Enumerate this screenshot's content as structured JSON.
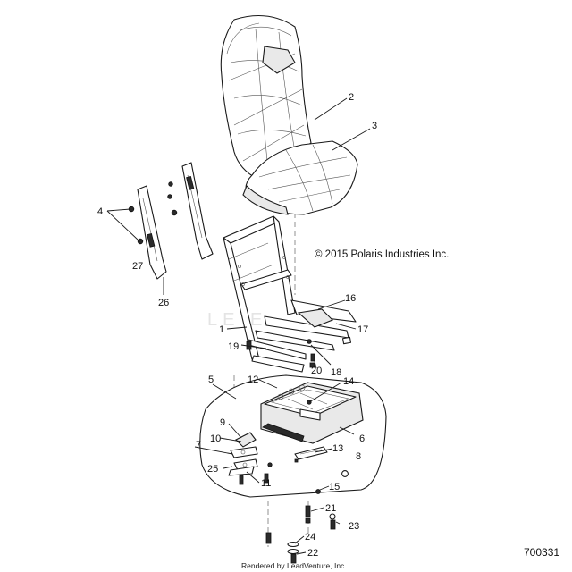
{
  "copyright": "© 2015 Polaris Industries Inc.",
  "diagram_id": "700331",
  "rendered_by": "Rendered by LeadVenture, Inc.",
  "watermark": "LE        E",
  "callouts": [
    {
      "key": "c2",
      "label": "2"
    },
    {
      "key": "c3",
      "label": "3"
    },
    {
      "key": "c4",
      "label": "4"
    },
    {
      "key": "c27",
      "label": "27"
    },
    {
      "key": "c26",
      "label": "26"
    },
    {
      "key": "c16",
      "label": "16"
    },
    {
      "key": "c1",
      "label": "1"
    },
    {
      "key": "c17",
      "label": "17"
    },
    {
      "key": "c19",
      "label": "19"
    },
    {
      "key": "c20",
      "label": "20"
    },
    {
      "key": "c18",
      "label": "18"
    },
    {
      "key": "c5",
      "label": "5"
    },
    {
      "key": "c12",
      "label": "12"
    },
    {
      "key": "c14",
      "label": "14"
    },
    {
      "key": "c9",
      "label": "9"
    },
    {
      "key": "c6",
      "label": "6"
    },
    {
      "key": "c10",
      "label": "10"
    },
    {
      "key": "c7",
      "label": "7"
    },
    {
      "key": "c13",
      "label": "13"
    },
    {
      "key": "c8",
      "label": "8"
    },
    {
      "key": "c25",
      "label": "25"
    },
    {
      "key": "c11",
      "label": "11"
    },
    {
      "key": "c15",
      "label": "15"
    },
    {
      "key": "c21",
      "label": "21"
    },
    {
      "key": "c23",
      "label": "23"
    },
    {
      "key": "c24",
      "label": "24"
    },
    {
      "key": "c22",
      "label": "22"
    }
  ]
}
